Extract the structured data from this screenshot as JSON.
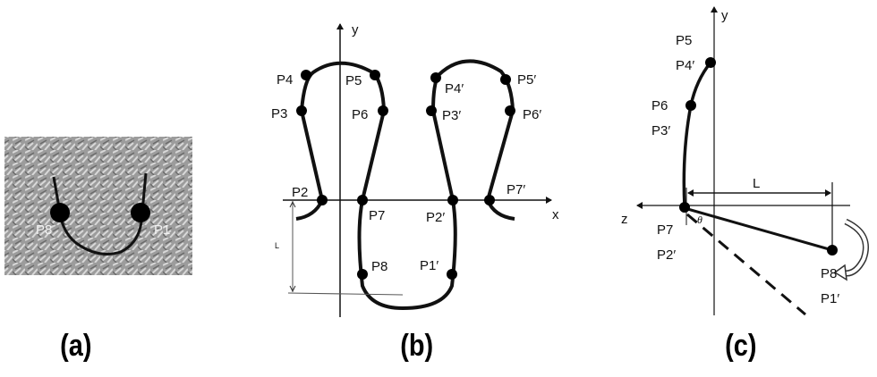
{
  "panels": {
    "a": {
      "caption": "(a)",
      "labels": {
        "p8": "P8",
        "p1": "P1"
      }
    },
    "b": {
      "caption": "(b)",
      "axes": {
        "x": "x",
        "y": "y"
      },
      "dimension": "L",
      "labels": {
        "p2": "P2",
        "p3": "P3",
        "p4": "P4",
        "p5": "P5",
        "p6": "P6",
        "p7": "P7",
        "p8": "P8",
        "p1p": "P1′",
        "p2p": "P2′",
        "p3p": "P3′",
        "p4p": "P4′",
        "p5p": "P5′",
        "p6p": "P6′",
        "p7p": "P7′"
      }
    },
    "c": {
      "caption": "(c)",
      "axes": {
        "y": "y",
        "z": "z"
      },
      "dimension": "L",
      "angle": "θ",
      "labels": {
        "p5": "P5",
        "p4p": "P4′",
        "p6": "P6",
        "p3p": "P3′",
        "p7": "P7",
        "p2p": "P2′",
        "p8": "P8",
        "p1p": "P1′"
      }
    }
  },
  "colors": {
    "line": "#111111",
    "background": "#ffffff",
    "photo": "#9a9a9a"
  }
}
